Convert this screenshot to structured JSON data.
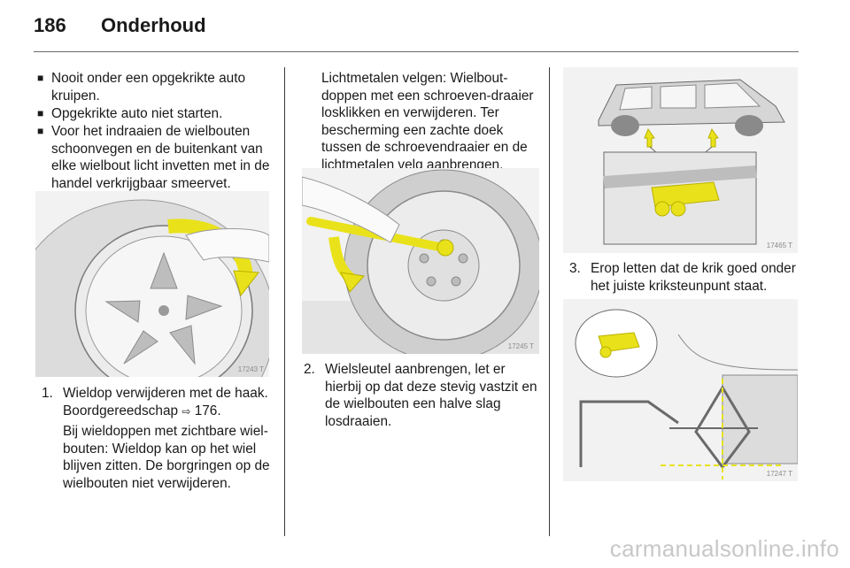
{
  "header": {
    "page_number": "186",
    "title": "Onderhoud"
  },
  "left": {
    "bullets": [
      "Nooit onder een opgekrikte auto kruipen.",
      "Opgekrikte auto niet starten.",
      "Voor het indraaien de wielbouten schoonvegen en de buitenkant van elke wielbout licht invetten met in de handel verkrijgbaar smeervet."
    ],
    "figure_code": "17243 T",
    "step1_num": "1.",
    "step1_text": "Wieldop verwijderen met de haak. Boordgereedschap",
    "step1_ref_icon": "page-reference-arrow",
    "step1_ref": "176.",
    "step1_para": "Bij wieldoppen met zichtbare wiel-bouten: Wieldop kan op het wiel blijven zitten. De borgringen op de wielbouten niet verwijderen."
  },
  "middle": {
    "intro": "Lichtmetalen velgen: Wielbout-doppen met een schroeven-draaier losklikken en verwijderen. Ter bescherming een zachte doek tussen de schroevendraaier en de lichtmetalen velg aanbrengen.",
    "figure_code": "17245 T",
    "step2_num": "2.",
    "step2_text": "Wielsleutel aanbrengen, let er hierbij op dat deze stevig vastzit en de wielbouten een halve slag losdraaien."
  },
  "right": {
    "figure1_code": "17465 T",
    "step3_num": "3.",
    "step3_text": "Erop letten dat de krik goed onder het juiste kriksteunpunt staat.",
    "figure2_code": "17247 T"
  },
  "watermark": "carmanualsonline.info",
  "colors": {
    "highlight": "#e9e21a",
    "rule": "#3a3a3a",
    "figure_bg": "#f3f3f3"
  }
}
